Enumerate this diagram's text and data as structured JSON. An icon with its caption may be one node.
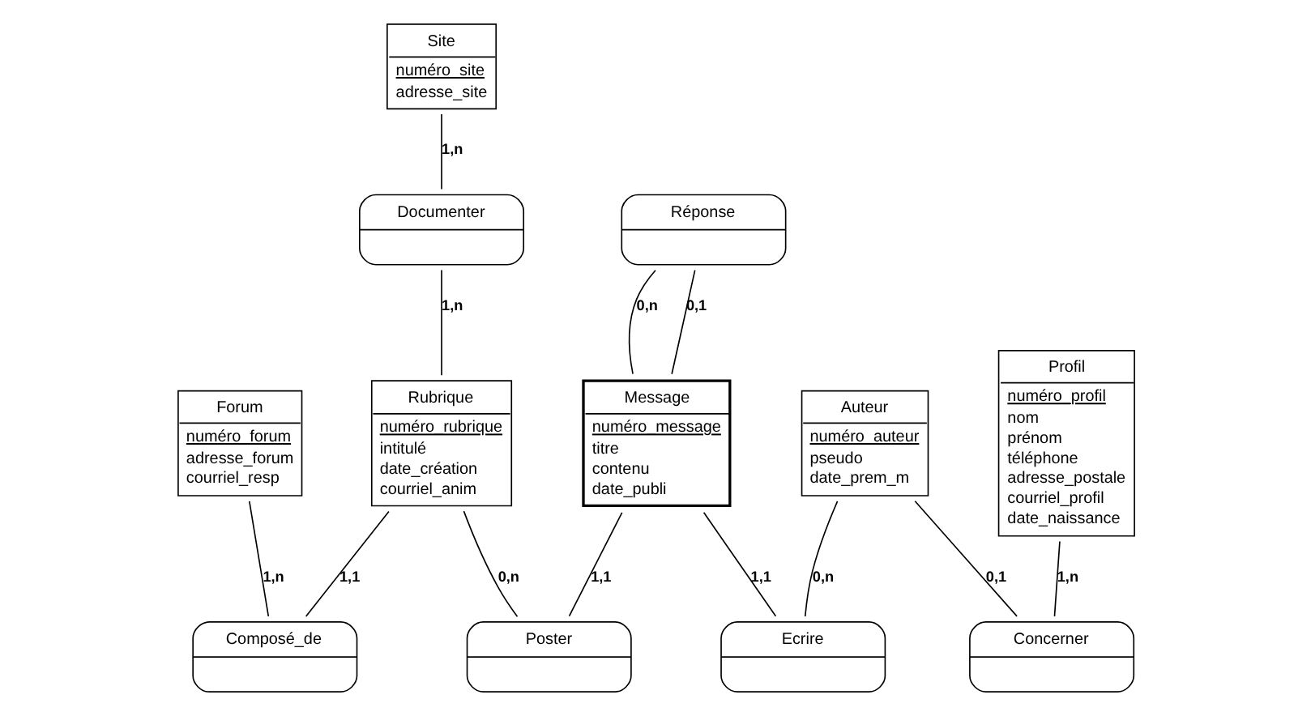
{
  "diagram": {
    "nodes": [
      {
        "text": [
          "Site",
          "numéro_site",
          "adresse_site"
        ]
      },
      {
        "text": [
          "Réponse"
        ]
      },
      {
        "text": [
          "Documenter"
        ]
      },
      {
        "text": [
          "Forum",
          "numéro_forum",
          "adresse_forum",
          "courriel_resp"
        ]
      },
      {
        "text": [
          "Rubrique",
          "numéro_rubrique",
          "intitulé",
          "date_création",
          "courriel_anim"
        ]
      },
      {
        "text": [
          "Message",
          "numéro_message",
          "titre",
          "contenu",
          "date_publi"
        ]
      },
      {
        "text": [
          "Auteur",
          "numéro_auteur",
          "pseudo",
          "date_prem_m"
        ]
      },
      {
        "text": [
          "Profil",
          "numéro_profil",
          "nom",
          "prénom",
          "téléphone",
          "adresse_postale",
          "courriel_profil",
          "date_naissance"
        ]
      },
      {
        "text": [
          "Composé_de"
        ]
      },
      {
        "text": [
          "Poster"
        ]
      },
      {
        "text": [
          "Ecrire"
        ]
      },
      {
        "text": [
          "Concerner"
        ]
      }
    ],
    "edges": [
      {
        "from": 0,
        "to": 2,
        "arrow": "none",
        "label": "1,n"
      },
      {
        "from": 2,
        "to": 4,
        "arrow": "none",
        "label": "1,n"
      },
      {
        "from": 1,
        "to": 5,
        "arrow": "none",
        "label": "0,n"
      },
      {
        "from": 1,
        "to": 5,
        "arrow": "none",
        "label": "0,1"
      },
      {
        "from": 3,
        "to": 8,
        "arrow": "none",
        "label": "1,n"
      },
      {
        "from": 4,
        "to": 8,
        "arrow": "none",
        "label": "1,1"
      },
      {
        "from": 4,
        "to": 9,
        "arrow": "none",
        "label": "0,n"
      },
      {
        "from": 5,
        "to": 9,
        "arrow": "none",
        "label": "1,1"
      },
      {
        "from": 5,
        "to": 10,
        "arrow": "none",
        "label": "1,1"
      },
      {
        "from": 6,
        "to": 10,
        "arrow": "none",
        "label": "0,n"
      },
      {
        "from": 6,
        "to": 11,
        "arrow": "none",
        "label": "0,1"
      },
      {
        "from": 7,
        "to": 11,
        "arrow": "none",
        "label": "1,n"
      }
    ]
  }
}
